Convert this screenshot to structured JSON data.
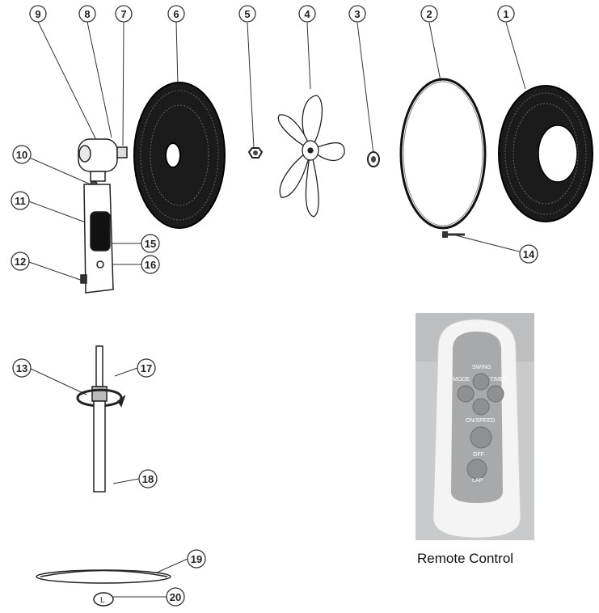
{
  "parts": [
    {
      "number": "1"
    },
    {
      "number": "2"
    },
    {
      "number": "3"
    },
    {
      "number": "4"
    },
    {
      "number": "5"
    },
    {
      "number": "6"
    },
    {
      "number": "7"
    },
    {
      "number": "8"
    },
    {
      "number": "9"
    },
    {
      "number": "10"
    },
    {
      "number": "11"
    },
    {
      "number": "12"
    },
    {
      "number": "13"
    },
    {
      "number": "14"
    },
    {
      "number": "15"
    },
    {
      "number": "16"
    },
    {
      "number": "17"
    },
    {
      "number": "18"
    },
    {
      "number": "19"
    },
    {
      "number": "20"
    }
  ],
  "remote": {
    "caption": "Remote Control",
    "buttons": {
      "swing": "SWING",
      "mode": "MODE",
      "timer": "TIMER",
      "on_speed": "ON/SPEED",
      "off": "OFF",
      "lap": "LAP"
    }
  }
}
